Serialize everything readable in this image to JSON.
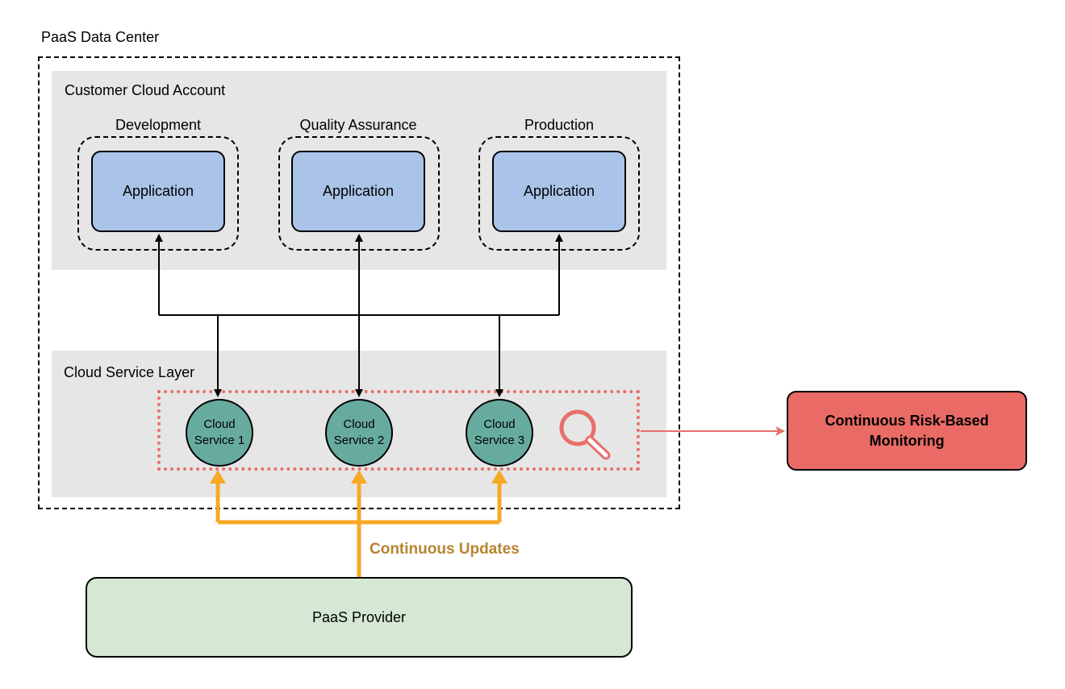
{
  "datacenter": {
    "label": "PaaS Data Center"
  },
  "customer_account": {
    "label": "Customer Cloud Account"
  },
  "environments": [
    {
      "label": "Development",
      "app_label": "Application"
    },
    {
      "label": "Quality Assurance",
      "app_label": "Application"
    },
    {
      "label": "Production",
      "app_label": "Application"
    }
  ],
  "service_layer": {
    "label": "Cloud Service Layer",
    "services": [
      {
        "line1": "Cloud",
        "line2": "Service 1"
      },
      {
        "line1": "Cloud",
        "line2": "Service 2"
      },
      {
        "line1": "Cloud",
        "line2": "Service 3"
      }
    ]
  },
  "monitoring": {
    "line1": "Continuous Risk-Based",
    "line2": "Monitoring"
  },
  "updates": {
    "label": "Continuous Updates"
  },
  "provider": {
    "label": "PaaS Provider"
  },
  "colors": {
    "application": "#a9c4e8",
    "service": "#67ab9f",
    "monitoring": "#ea6b66",
    "monitor_border": "#e8706a",
    "updates_arrow": "#f9a825",
    "updates_text": "#b8842f",
    "provider": "#d5e8d4",
    "panel": "#e6e6e6"
  },
  "icons": {
    "monitor": "magnifier-icon"
  }
}
